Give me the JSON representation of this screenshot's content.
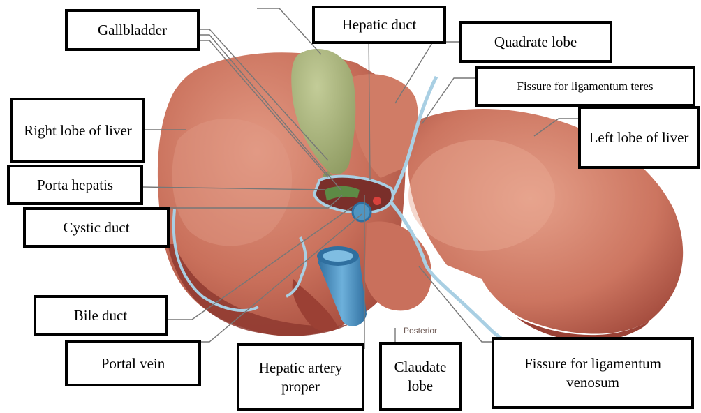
{
  "colors": {
    "liver": "#c46a55",
    "liver_highlight": "#df8f78",
    "liver_shadow": "#9c3f35",
    "gallbladder": "#a7b27c",
    "vessel_blue": "#4f95c2",
    "vessel_red": "#d8413c",
    "bile_green": "#5d8a45",
    "ligament": "#a9cfe3",
    "border": "#000000"
  },
  "labels": {
    "gallbladder": "Gallbladder",
    "hepatic_duct": "Hepatic duct",
    "quadrate_lobe": "Quadrate lobe",
    "fissure_teres": "Fissure for ligamentum teres",
    "right_lobe": "Right lobe of liver",
    "left_lobe": "Left lobe of liver",
    "porta_hepatis": "Porta hepatis",
    "cystic_duct": "Cystic duct",
    "bile_duct": "Bile duct",
    "portal_vein": "Portal vein",
    "hepatic_artery": "Hepatic artery proper",
    "caudate_lobe": "Claudate lobe",
    "fissure_venosum": "Fissure for ligamentum venosum"
  },
  "figure_caption": "Posterior"
}
